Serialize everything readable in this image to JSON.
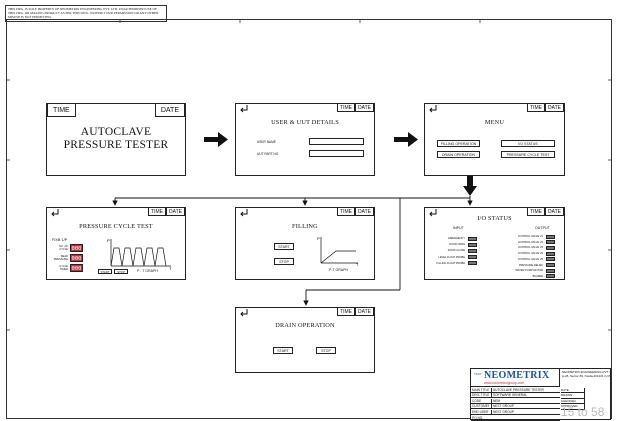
{
  "notice": "THIS DRG. IS SOLE PROPERTY OF NEOMETRIX ENGINEERING PVT. LTD. UNAUTHORISED USE OF THIS DRG. OR MAKING PRODUCT AS PER THIS DWG. WITHOUT OUR PERMISSION OR ANY OTHER MISUSE IS NOT PERMITTED.",
  "common": {
    "time": "TIME",
    "date": "DATE"
  },
  "screens": {
    "home": {
      "title_line1": "AUTOCLAVE",
      "title_line2": "PRESSURE TESTER"
    },
    "user": {
      "title": "USER & UUT DETAILS",
      "user_name_label": "USER NAME",
      "uut_part_label": "UUT PART NO."
    },
    "menu": {
      "title": "MENU",
      "items": [
        "FILLING OPERATION",
        "I/O STATUS",
        "DRAIN OPERATION",
        "PRESSURE CYCLE TEST"
      ]
    },
    "pressure": {
      "title": "PRESSURE CYCLE TEST",
      "fixture": "FIXB 1/P",
      "readouts": [
        {
          "label": "NO. OF CYCLE",
          "value": "000"
        },
        {
          "label": "READ PRESSURE",
          "value": "000"
        },
        {
          "label": "CYCLE TIMER",
          "value": "000"
        }
      ],
      "buttons": [
        "START",
        "STOP"
      ],
      "graph_label": "P - T GRAPH",
      "axis_p": "P",
      "axis_t": "T"
    },
    "filling": {
      "title": "FILLING",
      "buttons": [
        "START",
        "STOP"
      ],
      "graph_label": "P-T GRAPH",
      "axis_p": "P",
      "axis_t": "T"
    },
    "io": {
      "title": "I/O STATUS",
      "input_header": "INPUT",
      "output_header": "OUTPUT",
      "inputs": [
        "EMERGENCY",
        "DOOR OPEN",
        "DOOR CLOSE",
        "LEVEL FLOAT PROBE",
        "FILLING FLOAT PROBE"
      ],
      "outputs": [
        "CONTROL VALVE V1",
        "CONTROL VALVE V2",
        "CONTROL VALVE V3",
        "CONTROL VALVE V4",
        "CONTROL VALVE V5",
        "PRESSURE RELIEF",
        "WATER PUMP MOTOR",
        "BUZZER"
      ]
    },
    "drain": {
      "title": "DRAIN OPERATION",
      "buttons": [
        "START",
        "STOP"
      ]
    }
  },
  "title_block": {
    "logo": "NEOMETRIX",
    "logo_prefix": "TEST",
    "website": "www.neometrixgroup.com",
    "company": "NEOMETRIX ENGINEERING PVT. LTD.",
    "address": "A-28, Sector-59, Noida-201301 (U.P.)",
    "rows": [
      {
        "label": "MAIN TITLE",
        "value": "AUTOCLAVE PRESSURE TESTER"
      },
      {
        "label": "DRG. TITLE",
        "value": "SOFTWARE GENERAL"
      },
      {
        "label": "CODE",
        "value": "NEM"
      },
      {
        "label": "CUSTOMER",
        "value": "NEST GROUP"
      },
      {
        "label": "END USER",
        "value": "NEST GROUP"
      },
      {
        "label": "PO NO.",
        "value": ""
      }
    ],
    "right_labels": [
      "DATE",
      "DRAWN",
      "CHECKED",
      "APPROVED"
    ]
  },
  "watermark": "15 to 58"
}
